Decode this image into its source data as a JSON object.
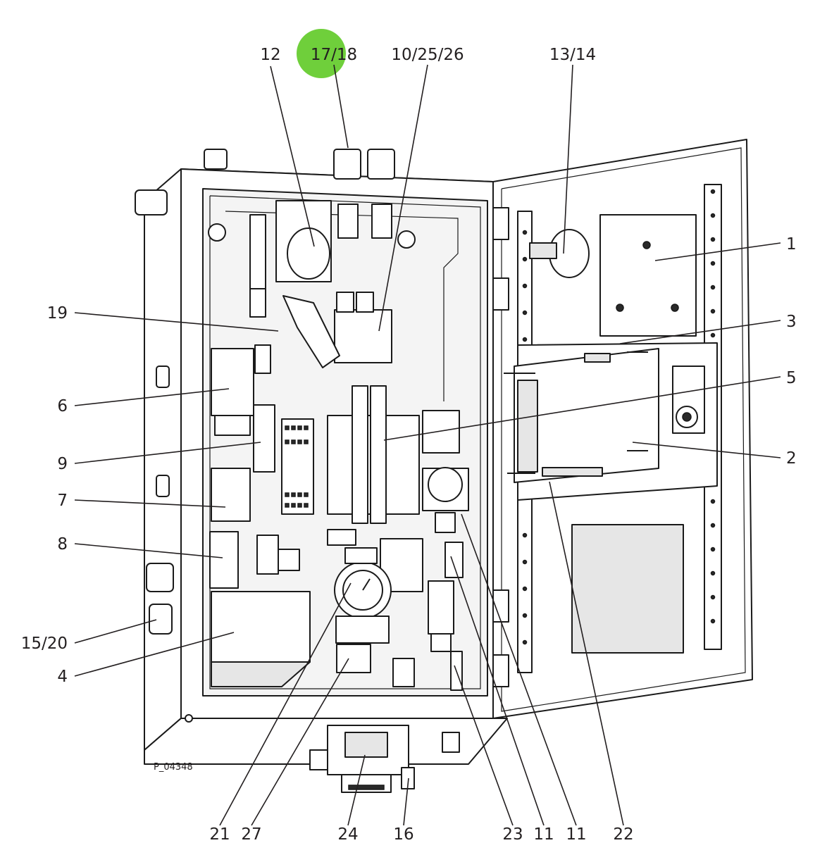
{
  "drawing_code": "P_04348",
  "highlight_color": "#6fcf3b",
  "callouts": {
    "c12": "12",
    "c17_18": "17/18",
    "c10_25_26": "10/25/26",
    "c13_14": "13/14",
    "c1": "1",
    "c3": "3",
    "c5": "5",
    "c2": "2",
    "c19": "19",
    "c6": "6",
    "c9": "9",
    "c7": "7",
    "c8": "8",
    "c15_20": "15/20",
    "c4": "4",
    "c21": "21",
    "c27": "27",
    "c24": "24",
    "c16": "16",
    "c23": "23",
    "c11a": "11",
    "c11b": "11",
    "c22": "22"
  }
}
